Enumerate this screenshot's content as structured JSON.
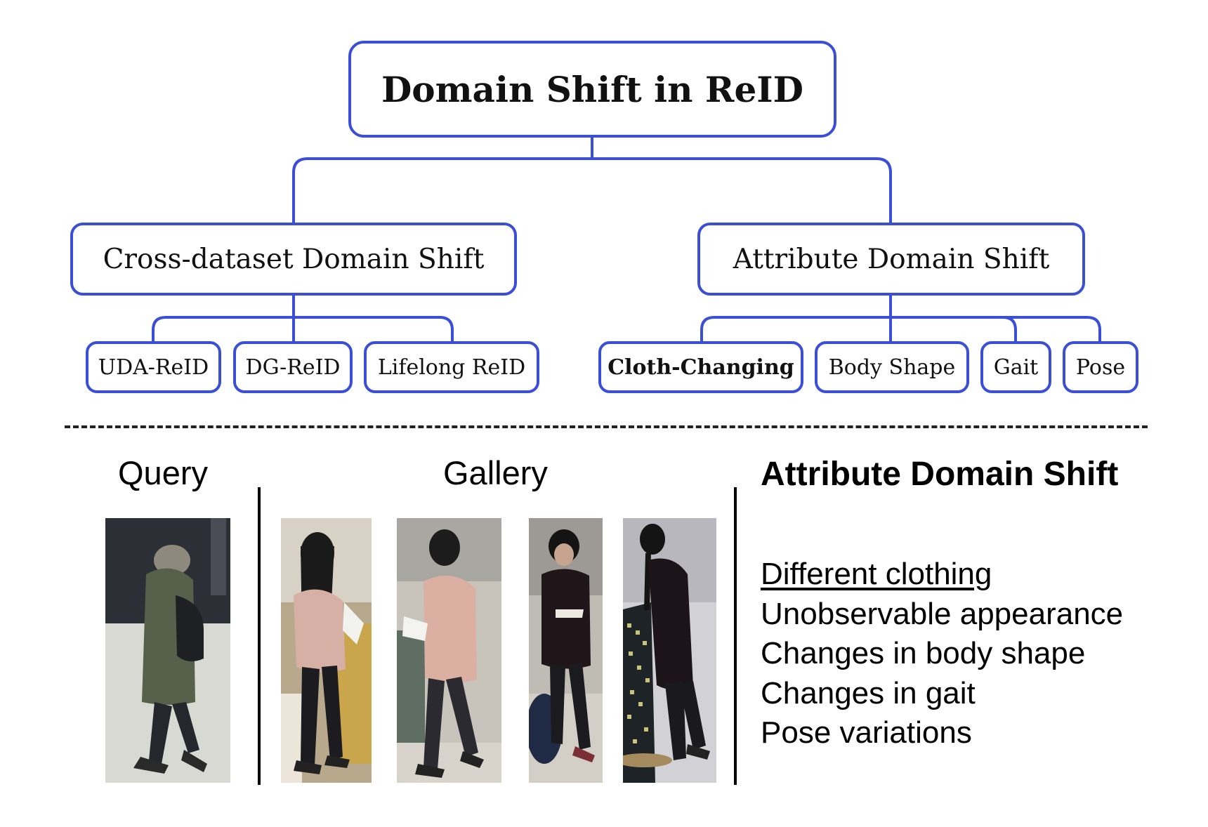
{
  "tree": {
    "root": "Domain Shift in ReID",
    "branches": [
      {
        "label": "Cross-dataset Domain Shift",
        "children": [
          "UDA-ReID",
          "DG-ReID",
          "Lifelong ReID"
        ]
      },
      {
        "label": "Attribute Domain Shift",
        "children": [
          "Cloth-Changing",
          "Body Shape",
          "Gait",
          "Pose"
        ],
        "emphasized_child": "Cloth-Changing"
      }
    ],
    "border_color": "#3a4fd6"
  },
  "examples": {
    "query_label": "Query",
    "gallery_label": "Gallery",
    "query_images": [
      "person in dark green coat with black shoulder bag"
    ],
    "gallery_images": [
      "person with long black hair in pink hoodie, side view",
      "person in pink hoodie holding paper, side view",
      "person in black outfit, front view",
      "person in black outfit beside display stand"
    ]
  },
  "attribute_panel": {
    "title": "Attribute Domain Shift",
    "items": [
      "Different clothing",
      "Unobservable appearance",
      "Changes in body shape",
      "Changes in gait",
      "Pose variations"
    ]
  }
}
